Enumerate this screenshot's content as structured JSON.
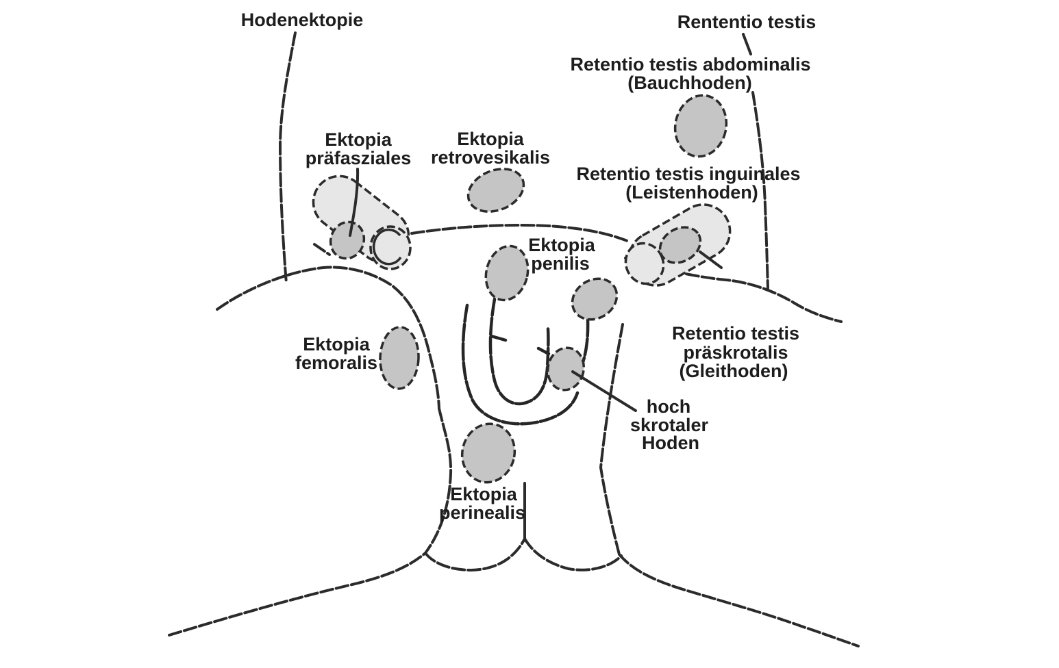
{
  "figure": {
    "description": "Schematische Zeichnung der Hodenlage-Anomalien (Hodenektopie und Retentio testis) am maennlichen Unterleib",
    "kind": "medical line diagram"
  },
  "labels": {
    "hodenektopie": [
      "Hodenektopie"
    ],
    "retentio": [
      "Rententio testis"
    ],
    "abdominalis": [
      "Retentio testis abdominalis",
      "(Bauchhoden)"
    ],
    "praefaszial": [
      "Ektopia",
      "präfasziales"
    ],
    "retrovesikal": [
      "Ektopia",
      "retrovesikalis"
    ],
    "inguinal": [
      "Retentio testis inguinales",
      "(Leistenhoden)"
    ],
    "penil": [
      "Ektopia",
      "penilis"
    ],
    "femoral": [
      "Ektopia",
      "femoralis"
    ],
    "praeskrotal": [
      "Retentio testis",
      "präskrotalis",
      "(Gleithoden)"
    ],
    "hoch_skrotal": [
      "hoch",
      "skrotaler",
      "Hoden"
    ],
    "perineal": [
      "Ektopia",
      "perinealis"
    ]
  },
  "colors": {
    "ink": "#2b2b2b",
    "testis_fill": "#c5c5c5",
    "canal_fill": "#e7e7e7",
    "background": "#ffffff"
  }
}
